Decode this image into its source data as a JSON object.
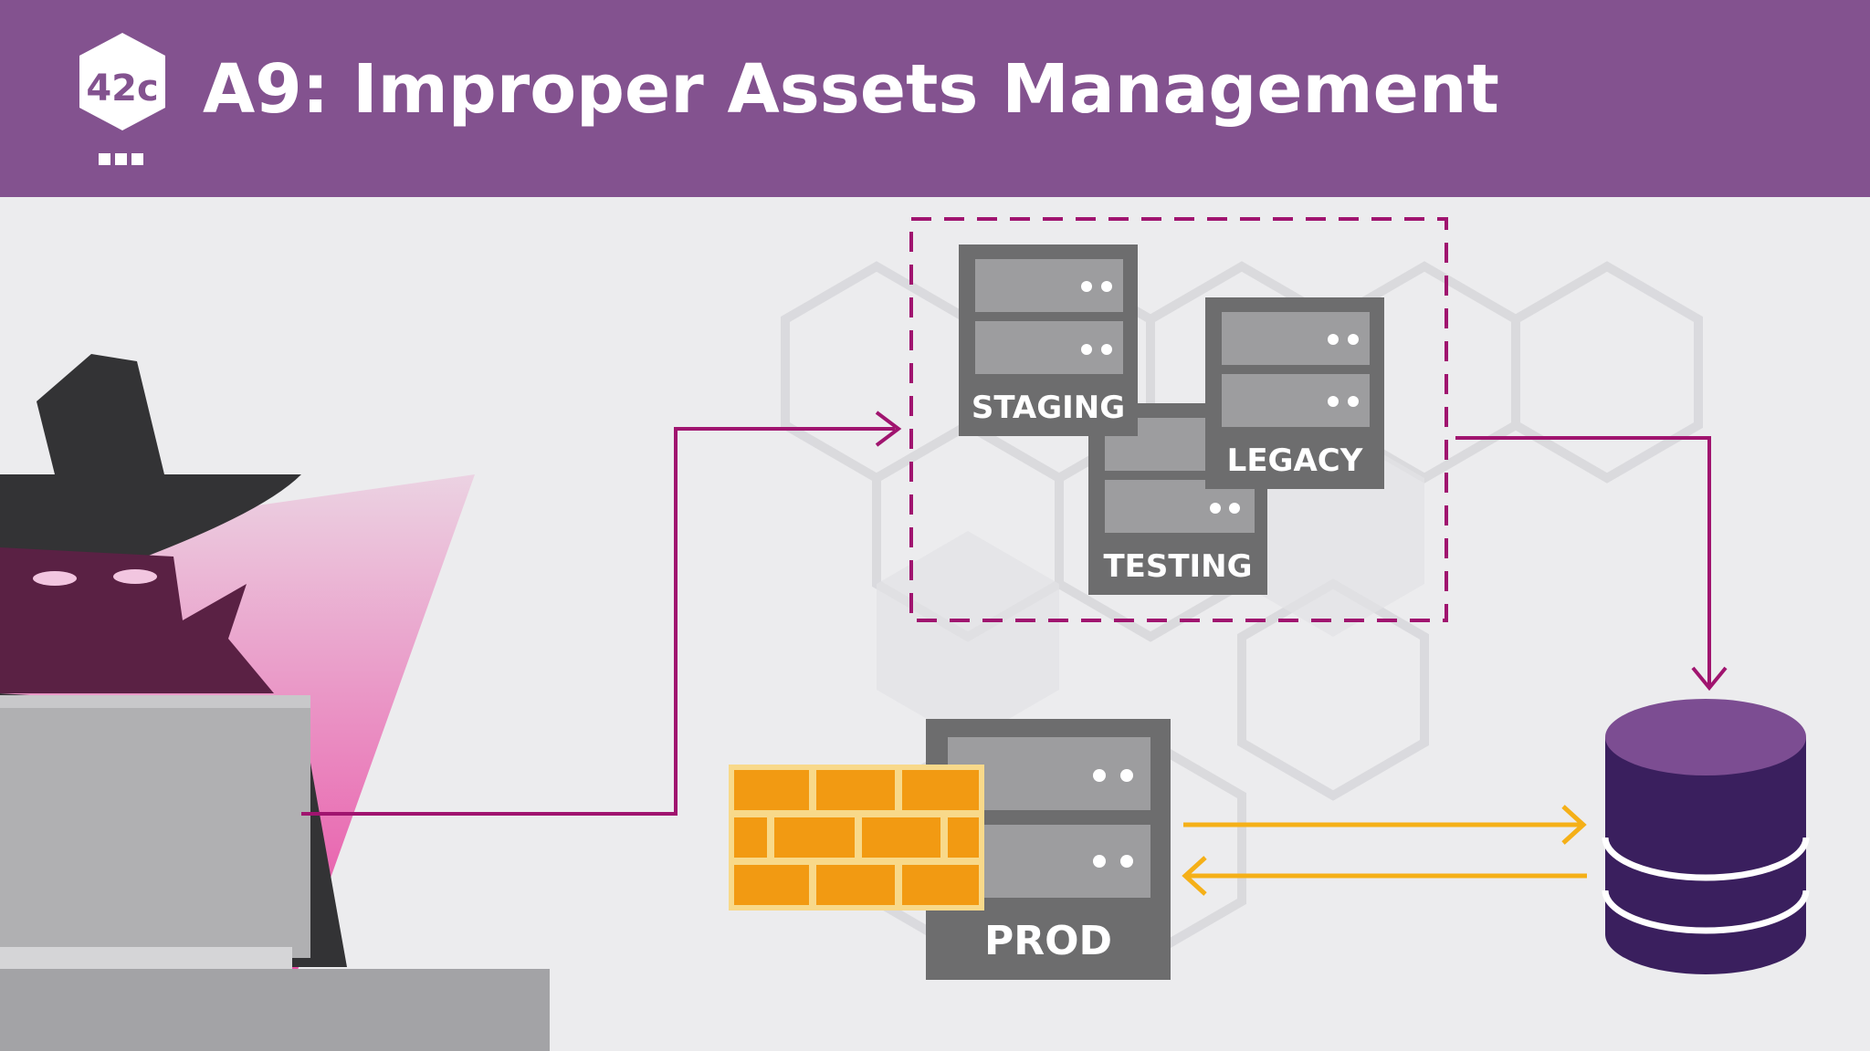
{
  "slide": {
    "title": "A9: Improper Assets Management",
    "logo_text": "42c"
  },
  "diagram": {
    "nonprod_servers": [
      {
        "label": "STAGING"
      },
      {
        "label": "LEGACY"
      },
      {
        "label": "TESTING"
      }
    ],
    "prod_server": {
      "label": "PROD"
    }
  },
  "colors": {
    "header": "#83528f",
    "arrow_attack": "#a0146f",
    "arrow_traffic": "#f5b018",
    "server_frame": "#6d6d6e",
    "server_slot": "#9d9d9f",
    "database": "#3a1f5e",
    "database_top": "#7c4d92",
    "firewall": "#f29a12",
    "hacker": "#333335",
    "hacker_glow": "#e8409e"
  }
}
